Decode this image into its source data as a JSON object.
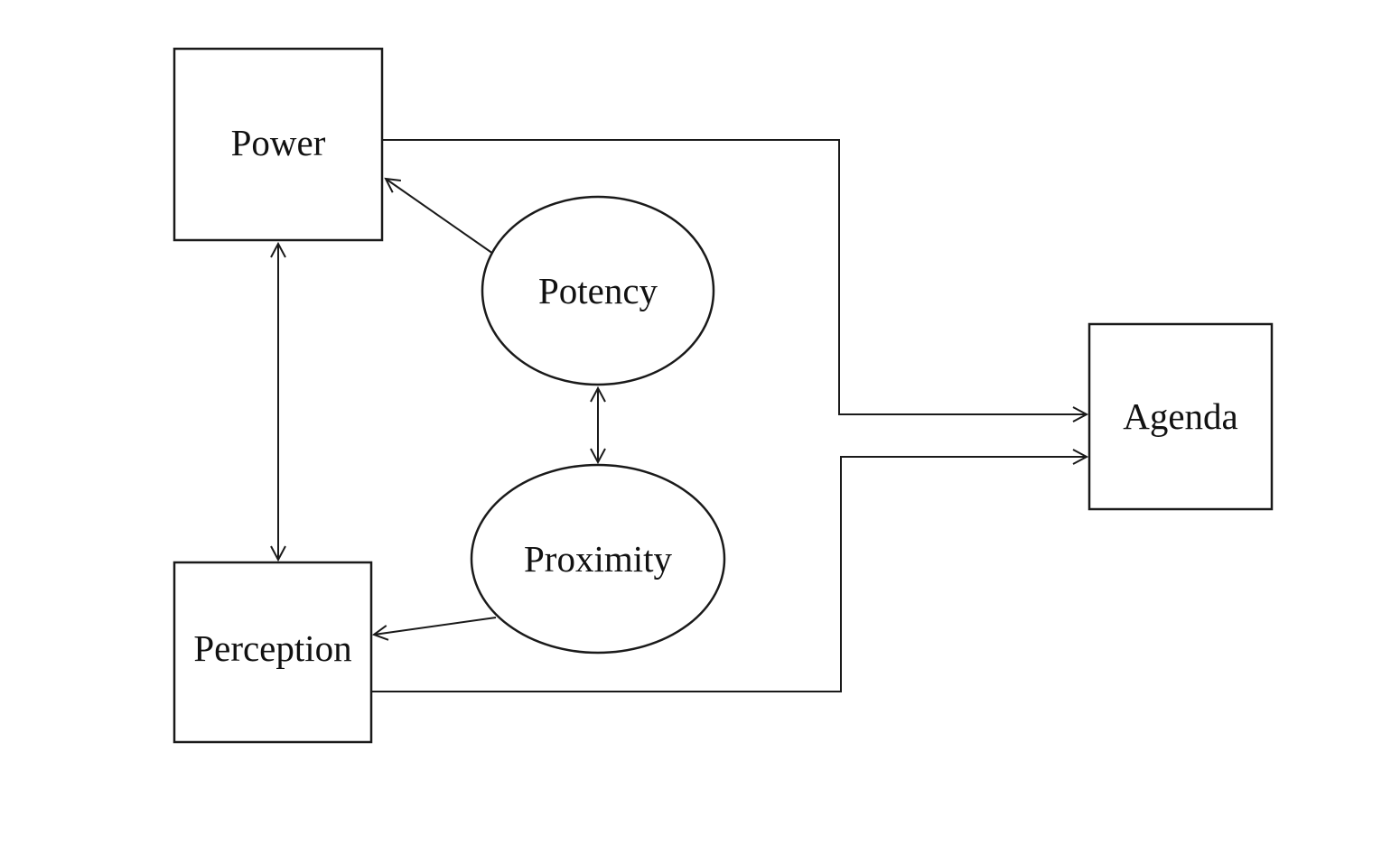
{
  "diagram": {
    "title": "Power-Perception-Agenda path diagram",
    "background_color": "#ffffff",
    "line_color": "#1a1a1a",
    "text_color": "#111111",
    "nodes": {
      "power": {
        "label": "Power",
        "shape": "rectangle"
      },
      "perception": {
        "label": "Perception",
        "shape": "rectangle"
      },
      "potency": {
        "label": "Potency",
        "shape": "ellipse"
      },
      "proximity": {
        "label": "Proximity",
        "shape": "ellipse"
      },
      "agenda": {
        "label": "Agenda",
        "shape": "rectangle"
      }
    },
    "edges": [
      {
        "from": "power",
        "to": "perception",
        "direction": "bidirectional",
        "style": "straight"
      },
      {
        "from": "potency",
        "to": "power",
        "direction": "one-way",
        "style": "straight"
      },
      {
        "from": "potency",
        "to": "proximity",
        "direction": "bidirectional",
        "style": "straight"
      },
      {
        "from": "proximity",
        "to": "perception",
        "direction": "one-way",
        "style": "straight"
      },
      {
        "from": "power",
        "to": "agenda",
        "direction": "one-way",
        "style": "orthogonal"
      },
      {
        "from": "perception",
        "to": "agenda",
        "direction": "one-way",
        "style": "orthogonal"
      }
    ]
  }
}
